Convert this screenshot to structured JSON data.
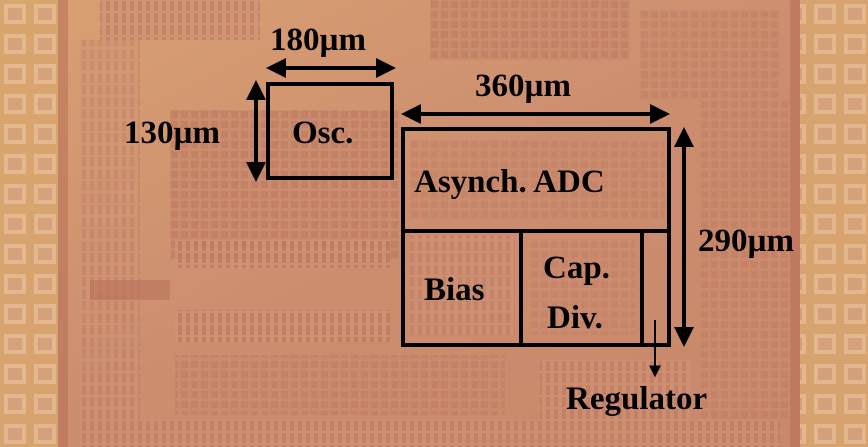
{
  "annotations": {
    "osc_width": "180µm",
    "osc_height": "130µm",
    "osc_label": "Osc.",
    "adc_width": "360µm",
    "adc_height": "290µm",
    "adc_label": "Asynch. ADC",
    "bias_label": "Bias",
    "capdiv_label_line1": "Cap.",
    "capdiv_label_line2": "Div.",
    "regulator_label": "Regulator"
  }
}
